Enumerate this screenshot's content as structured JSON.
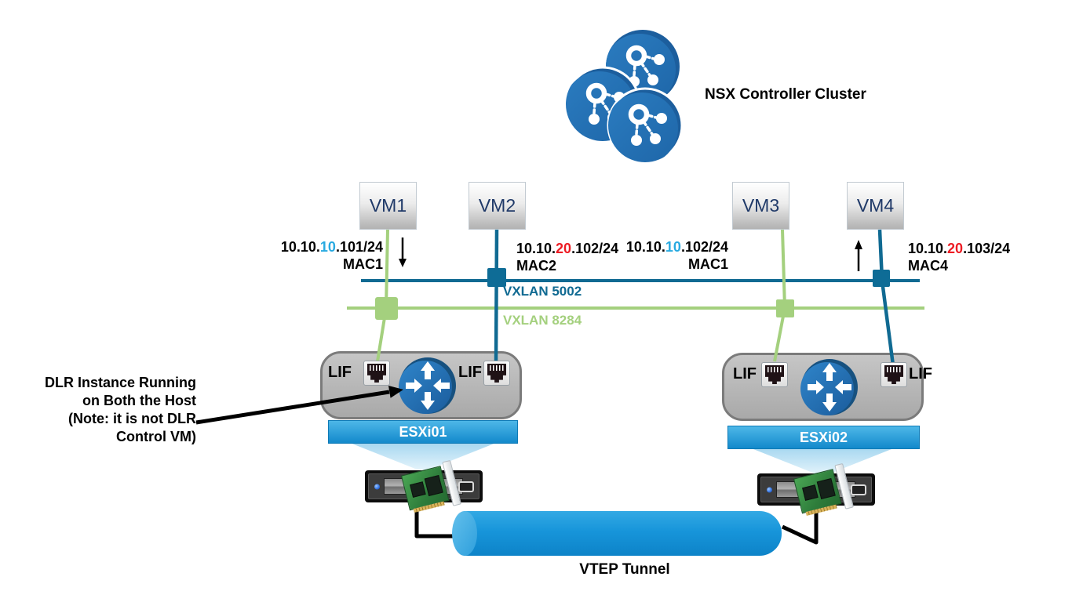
{
  "controller": {
    "label": "NSX Controller Cluster"
  },
  "vms": [
    {
      "name": "VM1",
      "ip_prefix": "10.10.",
      "ip_octet": "10",
      "ip_suffix": ".101/24",
      "mac": "MAC1",
      "octet_color": "#29aae1"
    },
    {
      "name": "VM2",
      "ip_prefix": "10.10.",
      "ip_octet": "20",
      "ip_suffix": ".102/24",
      "mac": "MAC2",
      "octet_color": "#ed1c24"
    },
    {
      "name": "VM3",
      "ip_prefix": "10.10.",
      "ip_octet": "10",
      "ip_suffix": ".102/24",
      "mac": "MAC1",
      "octet_color": "#29aae1"
    },
    {
      "name": "VM4",
      "ip_prefix": "10.10.",
      "ip_octet": "20",
      "ip_suffix": ".103/24",
      "mac": "MAC4",
      "octet_color": "#ed1c24"
    }
  ],
  "vxlans": [
    {
      "label": "VXLAN 5002",
      "color": "#106a92"
    },
    {
      "label": "VXLAN 8284",
      "color": "#a4d07e"
    }
  ],
  "hosts": [
    {
      "name": "ESXi01",
      "lif_left": "LIF",
      "lif_right": "LIF"
    },
    {
      "name": "ESXi02",
      "lif_left": "LIF",
      "lif_right": "LIF"
    }
  ],
  "tunnel": {
    "label": "VTEP Tunnel"
  },
  "annotation": {
    "line1": "DLR Instance Running",
    "line2": "on Both the Host",
    "line3": "(Note: it is not DLR",
    "line4": "Control VM)"
  },
  "colors": {
    "segment_blue": "#106a92",
    "segment_green": "#a4d07e",
    "octet_cyan": "#29aae1",
    "octet_red": "#ed1c24",
    "router_blue": "#2474b8",
    "banner_blue": "#1793d6",
    "tunnel_blue": "#1795da"
  }
}
